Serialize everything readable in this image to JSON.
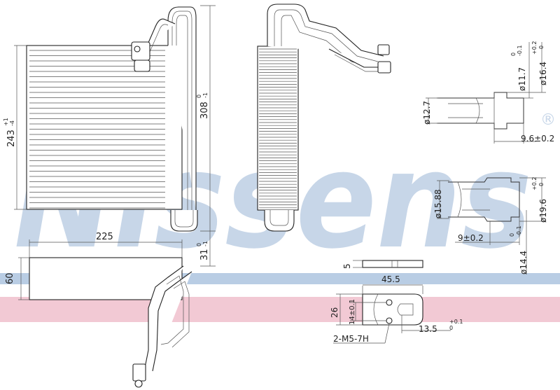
{
  "watermark": {
    "brand": "Nissens",
    "mark": "®"
  },
  "colors": {
    "band_blue": "#b9cde4",
    "band_pink": "#f2c9d4",
    "watermark": "#c7d6e8",
    "line": "#333333"
  },
  "dims": {
    "height_core": "243",
    "height_core_tol_upper": "+1",
    "height_core_tol_lower": "-4",
    "height_total": "308",
    "height_total_tol_upper": "0",
    "height_total_tol_lower": "-1",
    "width": "225",
    "depth": "60",
    "offset": "31",
    "offset_tol_upper": "0",
    "offset_tol_lower": "-1",
    "pipe_small_od": "ø12.7",
    "pipe_small_id": "ø11.7",
    "pipe_small_id_tol_upper": "0",
    "pipe_small_id_tol_lower": "-0.1",
    "pipe_small_collar": "ø16.4",
    "pipe_small_collar_tol_upper": "+0.2",
    "pipe_small_collar_tol_lower": "0",
    "pipe_small_len": "9.6±0.2",
    "pipe_large_od": "ø15.88",
    "pipe_large_collar": "ø19.6",
    "pipe_large_collar_tol_upper": "+0.2",
    "pipe_large_collar_tol_lower": "0",
    "pipe_large_len": "9±0.2",
    "pipe_large_id": "ø14.4",
    "pipe_large_id_tol_upper": "0",
    "pipe_large_id_tol_lower": "-0.1",
    "flange_thickness": "5",
    "flange_width": "45.5",
    "flange_height": "26",
    "flange_hole_dist": "14±0.1",
    "flange_hole_offset": "13.5",
    "flange_hole_offset_tol_upper": "+0.1",
    "flange_hole_offset_tol_lower": "0",
    "flange_thread": "2-M5-7H"
  }
}
